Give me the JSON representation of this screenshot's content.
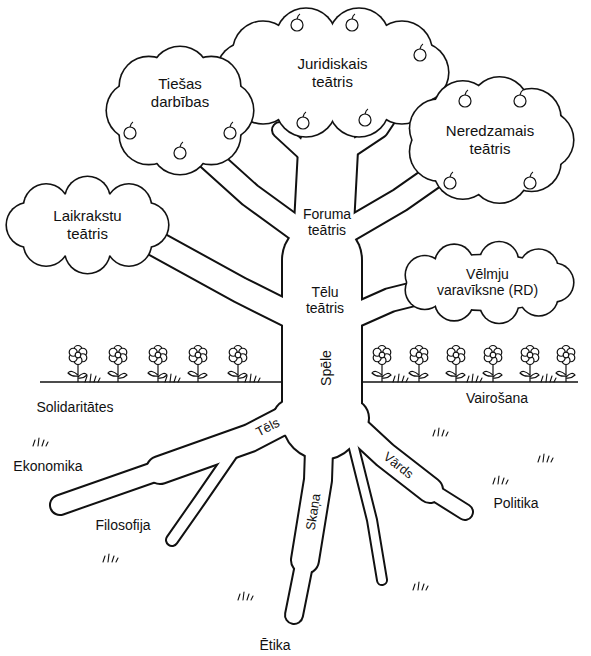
{
  "diagram": {
    "nodes": [
      {
        "text": [
          "Juridiskais teātris"
        ]
      },
      {
        "text": [
          "Tiešas darbības"
        ]
      },
      {
        "text": [
          "Neredzamais teātris"
        ]
      },
      {
        "text": [
          "Laikrakstu teātris"
        ]
      },
      {
        "text": [
          "Vēlmju varavīksne (RD)"
        ]
      }
    ],
    "labels": [
      "Foruma teātris",
      "Tēlu teātris",
      "Spēle",
      "Solidaritātes",
      "Vairošana",
      "Tēls",
      "Ekonomika",
      "Vārds",
      "Skaņa",
      "Politika",
      "Filosofija",
      "Ētika"
    ]
  }
}
